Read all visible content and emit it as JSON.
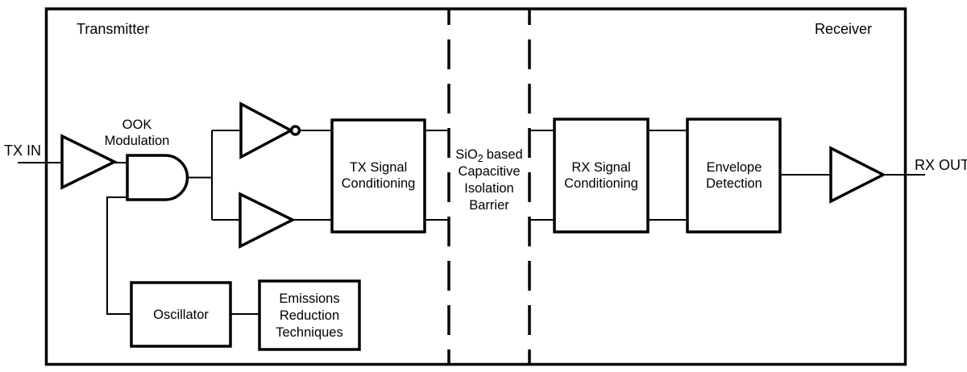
{
  "colors": {
    "line": "#000000",
    "background": "#ffffff"
  },
  "regions": {
    "transmitter": "Transmitter",
    "receiver": "Receiver"
  },
  "ports": {
    "tx_in": "TX IN",
    "rx_out": "RX OUT"
  },
  "ook_label": {
    "line1": "OOK",
    "line2": "Modulation"
  },
  "barrier_label": {
    "prefix": "SiO",
    "sub": "2",
    "suffix": "based",
    "line2": "Capacitive",
    "line3": "Isolation",
    "line4": "Barrier"
  },
  "blocks": {
    "tx_signal_conditioning": {
      "line1": "TX Signal",
      "line2": "Conditioning"
    },
    "rx_signal_conditioning": {
      "line1": "RX Signal",
      "line2": "Conditioning"
    },
    "envelope_detection": {
      "line1": "Envelope",
      "line2": "Detection"
    },
    "oscillator": {
      "line1": "Oscillator"
    },
    "emissions_reduction": {
      "line1": "Emissions",
      "line2": "Reduction",
      "line3": "Techniques"
    }
  }
}
